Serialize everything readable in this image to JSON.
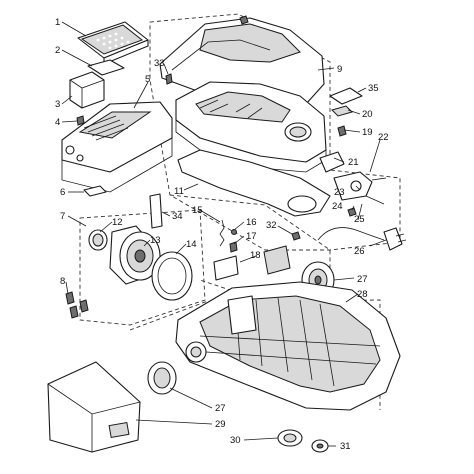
{
  "callouts": {
    "c1": "1",
    "c2": "2",
    "c3": "3",
    "c4": "4",
    "c5": "5",
    "c6": "6",
    "c7": "7",
    "c8": "8",
    "c9": "9",
    "c11": "11",
    "c12": "12",
    "c13": "13",
    "c14": "14",
    "c15": "15",
    "c16": "16",
    "c17": "17",
    "c18": "18",
    "c19": "19",
    "c20": "20",
    "c21": "21",
    "c22": "22",
    "c23": "23",
    "c24": "24",
    "c25": "25",
    "c26": "26",
    "c27a": "27",
    "c27b": "27",
    "c28": "28",
    "c29": "29",
    "c30": "30",
    "c31": "31",
    "c32": "32",
    "c33": "33",
    "c34": "34",
    "c35": "35"
  }
}
